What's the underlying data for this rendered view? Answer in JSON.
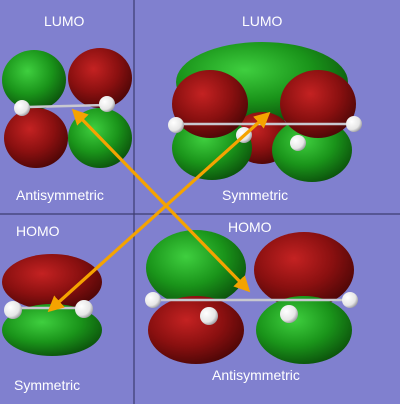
{
  "panels": {
    "top_left": {
      "title": "LUMO",
      "symmetry": "Antisymmetric"
    },
    "top_right": {
      "title": "LUMO",
      "symmetry": "Symmetric"
    },
    "bottom_left": {
      "title": "HOMO",
      "symmetry": "Symmetric"
    },
    "bottom_right": {
      "title": "HOMO",
      "symmetry": "Antisymmetric"
    }
  },
  "colors": {
    "background": "#8080cf",
    "divider": "#3c3c70",
    "lobe_green": "#1f8a1f",
    "lobe_red": "#8a1010",
    "hydrogen": "#f2f2f2",
    "arrow": "#f5a300"
  },
  "arrows": [
    {
      "from": "top_left",
      "to": "bottom_right",
      "double_headed": true
    },
    {
      "from": "top_right",
      "to": "bottom_left",
      "double_headed": true
    }
  ]
}
